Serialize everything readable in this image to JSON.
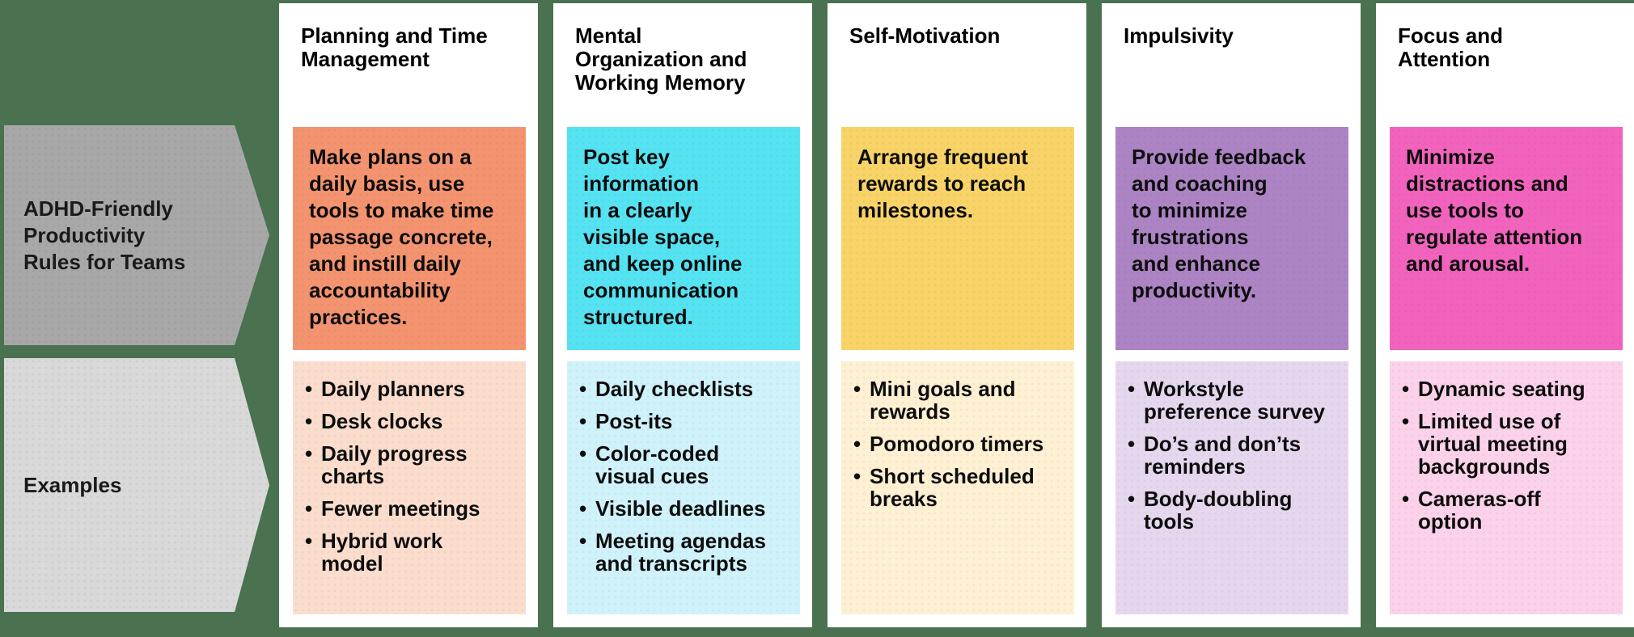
{
  "canvas": {
    "background_color": "#4A7150"
  },
  "left_labels": {
    "rules": {
      "text": "ADHD-Friendly\nProductivity\nRules for Teams",
      "bg": "#A8A8A8",
      "text_color": "#1A1A1A"
    },
    "examples": {
      "text": "Examples",
      "bg": "#D9D9D9",
      "text_color": "#1A1A1A"
    }
  },
  "columns": [
    {
      "title": "Planning and Time\nManagement",
      "rule": "Make plans on a\ndaily basis, use\ntools to make time\npassage concrete,\nand instill daily\naccountability\npractices.",
      "examples": [
        "Daily planners",
        "Desk clocks",
        "Daily progress\ncharts",
        "Fewer meetings",
        "Hybrid work\nmodel"
      ],
      "colors": {
        "rule_bg": "#F4936F",
        "examples_bg": "#FBDDCD"
      }
    },
    {
      "title": "Mental\nOrganization and\nWorking Memory",
      "rule": "Post key\ninformation\nin a clearly\nvisible space,\nand keep online\ncommunication\nstructured.",
      "examples": [
        "Daily checklists",
        "Post-its",
        "Color-coded\nvisual cues",
        "Visible deadlines",
        "Meeting agendas\nand transcripts"
      ],
      "colors": {
        "rule_bg": "#55E3F2",
        "examples_bg": "#CFF2FB"
      }
    },
    {
      "title": "Self-Motivation",
      "rule": "Arrange frequent\nrewards to reach\nmilestones.",
      "examples": [
        "Mini goals and\nrewards",
        "Pomodoro timers",
        "Short scheduled\nbreaks"
      ],
      "colors": {
        "rule_bg": "#F8D367",
        "examples_bg": "#FDF0D3"
      }
    },
    {
      "title": "Impulsivity",
      "rule": "Provide feedback\nand coaching\nto minimize\nfrustrations\nand enhance\nproductivity.",
      "examples": [
        "Workstyle\npreference survey",
        "Do’s and don’ts\nreminders",
        "Body-doubling\ntools"
      ],
      "colors": {
        "rule_bg": "#AC84C4",
        "examples_bg": "#E5D7EE"
      }
    },
    {
      "title": "Focus and\nAttention",
      "rule": "Minimize\ndistractions and\nuse tools to\nregulate attention\nand arousal.",
      "examples": [
        "Dynamic seating",
        "Limited use of\nvirtual meeting\nbackgrounds",
        "Cameras-off\noption"
      ],
      "colors": {
        "rule_bg": "#F263BD",
        "examples_bg": "#FBD2EA"
      }
    }
  ]
}
